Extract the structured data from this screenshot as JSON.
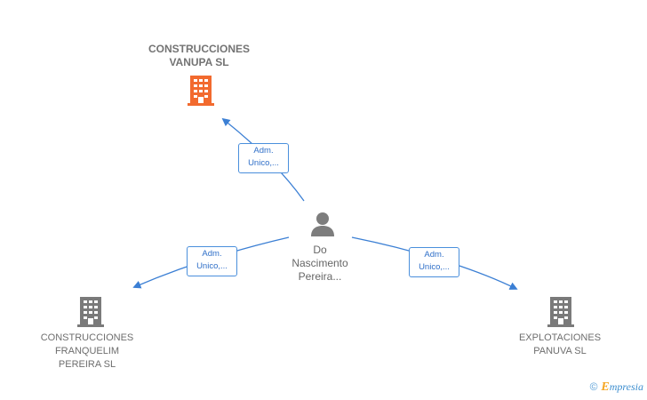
{
  "nodes": {
    "top": {
      "label": "CONSTRUCCIONES\nVANUPA  SL",
      "color": "#f26a2e"
    },
    "left": {
      "label": "CONSTRUCCIONES\nFRANQUELIM\nPEREIRA SL",
      "color": "#7a7a7a"
    },
    "right": {
      "label": "EXPLOTACIONES\nPANUVA  SL",
      "color": "#7a7a7a"
    },
    "center": {
      "line1": "Do",
      "line2": "Nascimento",
      "line3": "Pereira..."
    }
  },
  "edges": {
    "top": {
      "line1": "Adm.",
      "line2": "Unico,..."
    },
    "left": {
      "line1": "Adm.",
      "line2": "Unico,..."
    },
    "right": {
      "line1": "Adm.",
      "line2": "Unico,..."
    }
  },
  "footer": {
    "copyright": "©",
    "brand_first": "E",
    "brand_rest": "mpresia"
  },
  "colors": {
    "edge": "#3b7fd4",
    "person": "#7d7d7d"
  }
}
